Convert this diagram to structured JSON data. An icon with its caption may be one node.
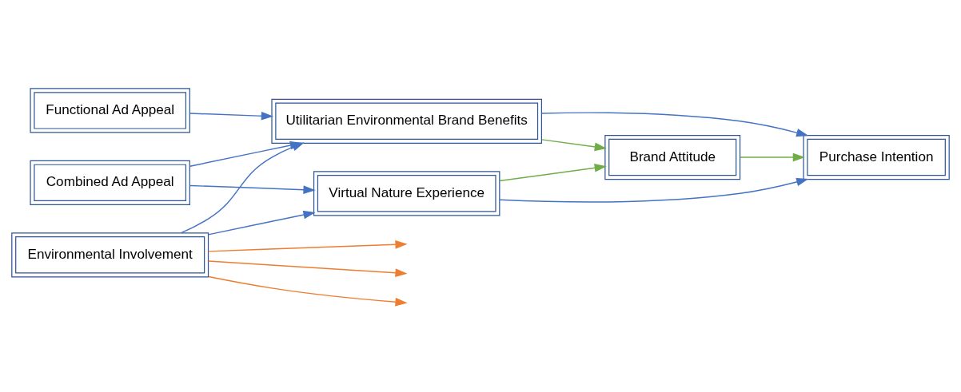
{
  "diagram": {
    "nodes": [
      {
        "text": [
          "Environmental Involvement"
        ]
      },
      {
        "text": [
          "Functional Ad Appeal"
        ]
      },
      {
        "text": [
          "Combined Ad Appeal"
        ]
      },
      {
        "text": [
          "Utilitarian Environmental Brand Benefits"
        ]
      },
      {
        "text": [
          "Virtual Nature Experience"
        ]
      },
      {
        "text": [
          "Brand Attitude"
        ]
      },
      {
        "text": [
          "Purchase Intention"
        ]
      }
    ],
    "edges": [
      {
        "from": 0,
        "to": null,
        "arrow": "to",
        "color": "#ed7d31"
      },
      {
        "from": 0,
        "to": null,
        "arrow": "to",
        "color": "#ed7d31"
      },
      {
        "from": 0,
        "to": null,
        "arrow": "to",
        "color": "#ed7d31"
      },
      {
        "from": 0,
        "to": 3,
        "arrow": "to"
      },
      {
        "from": 0,
        "to": 4,
        "arrow": "to"
      },
      {
        "from": 1,
        "to": 3,
        "arrow": "to"
      },
      {
        "from": 2,
        "to": 3,
        "arrow": "to"
      },
      {
        "from": 2,
        "to": 4,
        "arrow": "to"
      },
      {
        "from": 3,
        "to": 5,
        "arrow": "to",
        "color": "#70ad47"
      },
      {
        "from": 4,
        "to": 5,
        "arrow": "to",
        "color": "#70ad47"
      },
      {
        "from": 3,
        "to": 6,
        "arrow": "to"
      },
      {
        "from": 4,
        "to": 6,
        "arrow": "to"
      },
      {
        "from": 5,
        "to": 6,
        "arrow": "to",
        "color": "#70ad47"
      }
    ]
  }
}
